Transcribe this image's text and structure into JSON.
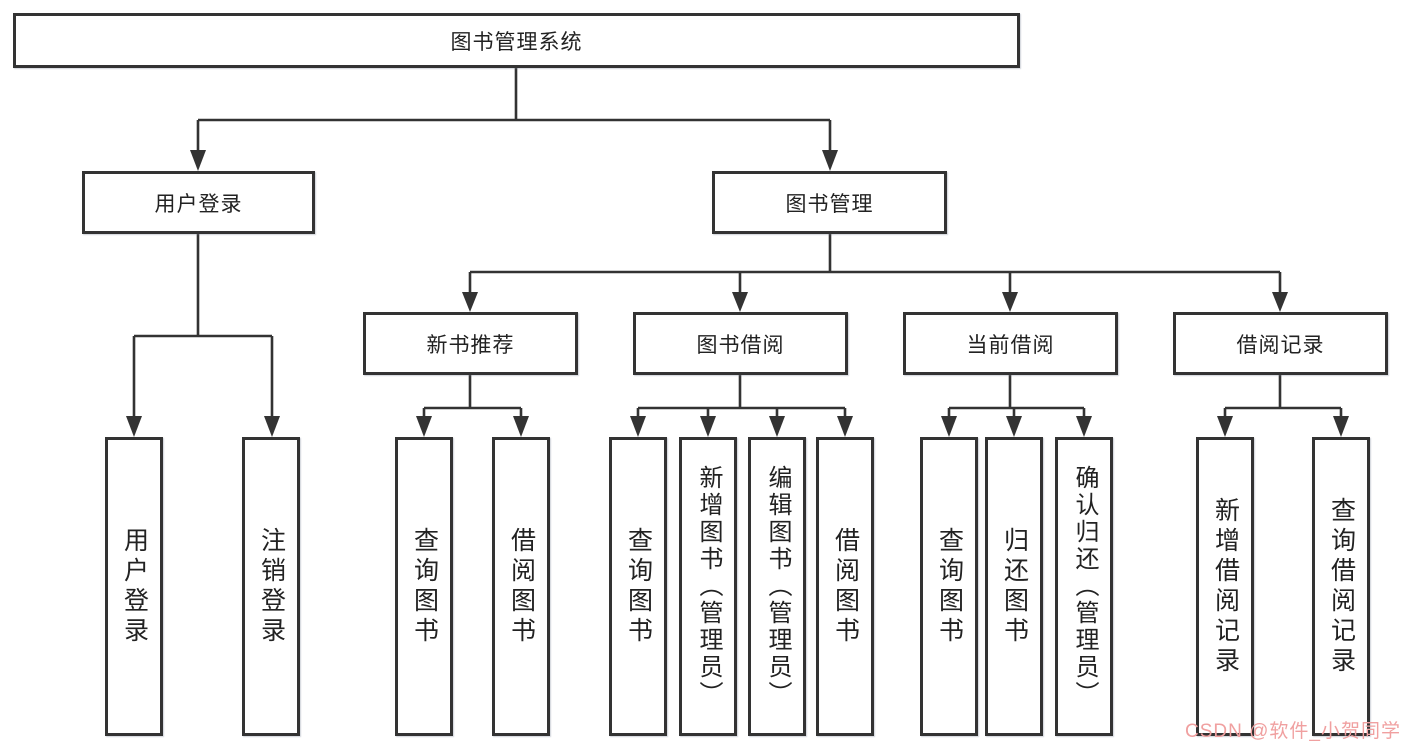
{
  "diagram": {
    "type": "hierarchy-tree",
    "orientation": "top-down",
    "colors": {
      "background": "#ffffff",
      "box_fill": "#ffffff",
      "box_border": "#333333",
      "line": "#333333",
      "text": "#222222",
      "watermark": "#f0a0a0"
    },
    "tree": {
      "label": "图书管理系统",
      "children": [
        {
          "label": "用户登录",
          "children": [
            {
              "label": "用户登录"
            },
            {
              "label": "注销登录"
            }
          ]
        },
        {
          "label": "图书管理",
          "children": [
            {
              "label": "新书推荐",
              "children": [
                {
                  "label": "查询图书"
                },
                {
                  "label": "借阅图书"
                }
              ]
            },
            {
              "label": "图书借阅",
              "children": [
                {
                  "label": "查询图书"
                },
                {
                  "label": "新增图书（管理员）"
                },
                {
                  "label": "编辑图书（管理员）"
                },
                {
                  "label": "借阅图书"
                }
              ]
            },
            {
              "label": "当前借阅",
              "children": [
                {
                  "label": "查询图书"
                },
                {
                  "label": "归还图书"
                },
                {
                  "label": "确认归还（管理员）"
                }
              ]
            },
            {
              "label": "借阅记录",
              "children": [
                {
                  "label": "新增借阅记录"
                },
                {
                  "label": "查询借阅记录"
                }
              ]
            }
          ]
        }
      ]
    },
    "watermark": "CSDN @软件_小贺同学"
  }
}
